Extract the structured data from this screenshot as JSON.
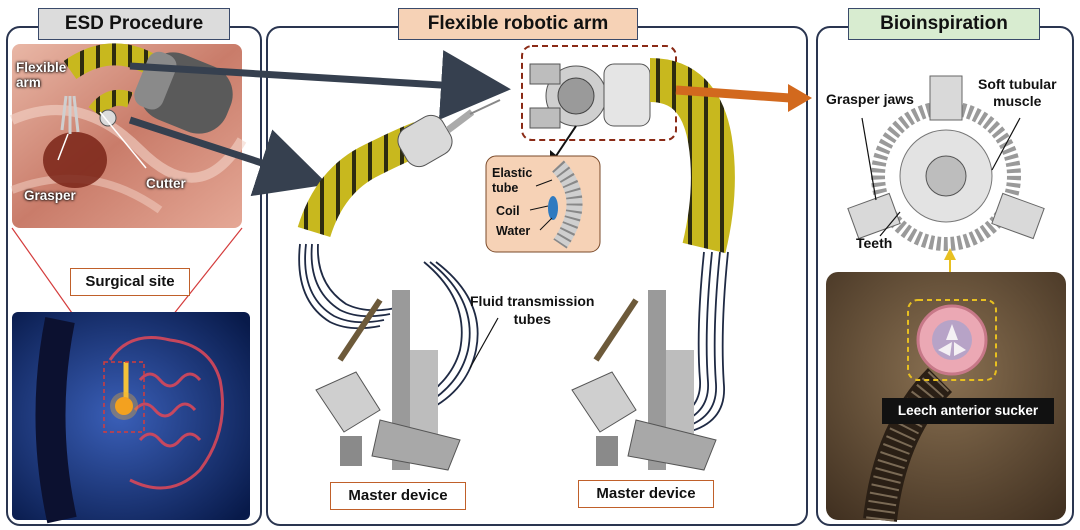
{
  "panels": {
    "esd": {
      "title": "ESD Procedure",
      "labels": {
        "flexible_arm": "Flexible\narm",
        "grasper": "Grasper",
        "cutter": "Cutter"
      },
      "surgical_site": "Surgical site"
    },
    "arm": {
      "title": "Flexible robotic arm",
      "inset": {
        "elastic_tube": "Elastic\ntube",
        "coil": "Coil",
        "water": "Water"
      },
      "fluid_tubes": "Fluid transmission\ntubes",
      "master_left": "Master device",
      "master_right": "Master device"
    },
    "bio": {
      "title": "Bioinspiration",
      "labels": {
        "grasper_jaws": "Grasper jaws",
        "soft_muscle": "Soft tubular\nmuscle",
        "teeth": "Teeth"
      },
      "leech": "Leech anterior sucker"
    }
  },
  "colors": {
    "esd_title_bg": "#dcdcdc",
    "arm_title_bg": "#f6d2b6",
    "bio_title_bg": "#d8ecd0",
    "accent_orange": "#d2691e",
    "tube_yellow": "#c8b81e",
    "border_navy": "#2a3550"
  }
}
